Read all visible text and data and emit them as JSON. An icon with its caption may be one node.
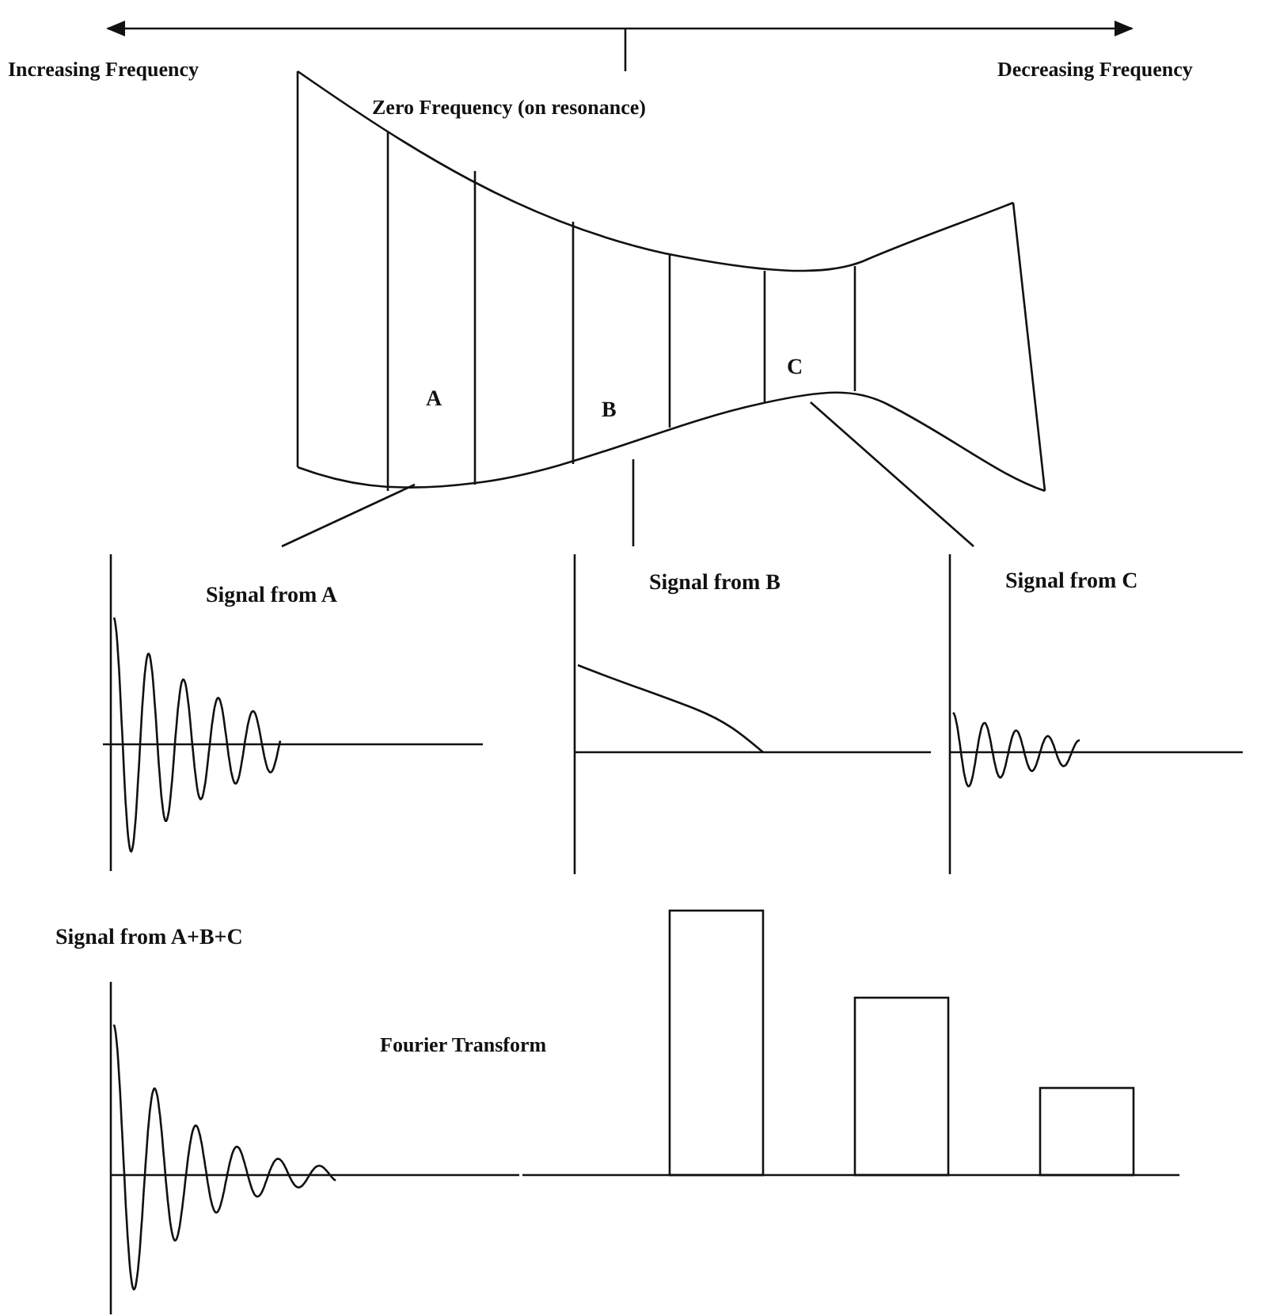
{
  "diagram": {
    "nodes": [
      {
        "text": [
          "A"
        ]
      },
      {
        "text": [
          "B"
        ]
      },
      {
        "text": [
          "C"
        ]
      },
      {
        "text": [
          "Signal from A"
        ]
      },
      {
        "text": [
          "Signal from B"
        ]
      },
      {
        "text": [
          "Signal from C"
        ]
      },
      {
        "text": [
          "Signal from A+B+C"
        ]
      }
    ],
    "edges": [
      {
        "from": 0,
        "to": 3,
        "arrow": "none"
      },
      {
        "from": 1,
        "to": 4,
        "arrow": "none"
      },
      {
        "from": 2,
        "to": 5,
        "arrow": "none"
      }
    ],
    "labels": [
      "Increasing Frequency",
      "Zero Frequency (on resonance)",
      "Decreasing Frequency",
      "Fourier Transform"
    ]
  }
}
